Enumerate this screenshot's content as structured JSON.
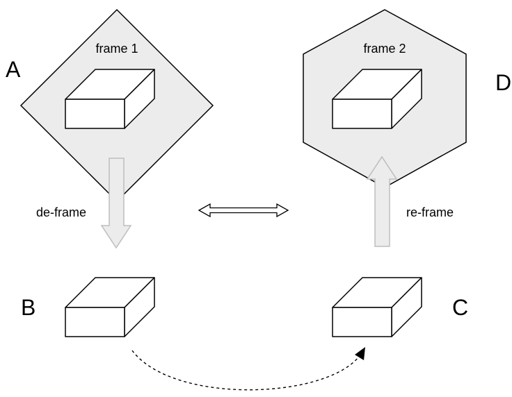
{
  "frames": {
    "frame1_label": "frame 1",
    "frame2_label": "frame 2"
  },
  "corner_labels": {
    "a": "A",
    "b": "B",
    "c": "C",
    "d": "D"
  },
  "arrow_labels": {
    "deframe": "de-frame",
    "reframe": "re-frame"
  },
  "colors": {
    "frame_fill": "#ececec",
    "arrow_fill": "#ececec",
    "arrow_stroke": "#bdbdbd",
    "line": "#000000"
  }
}
